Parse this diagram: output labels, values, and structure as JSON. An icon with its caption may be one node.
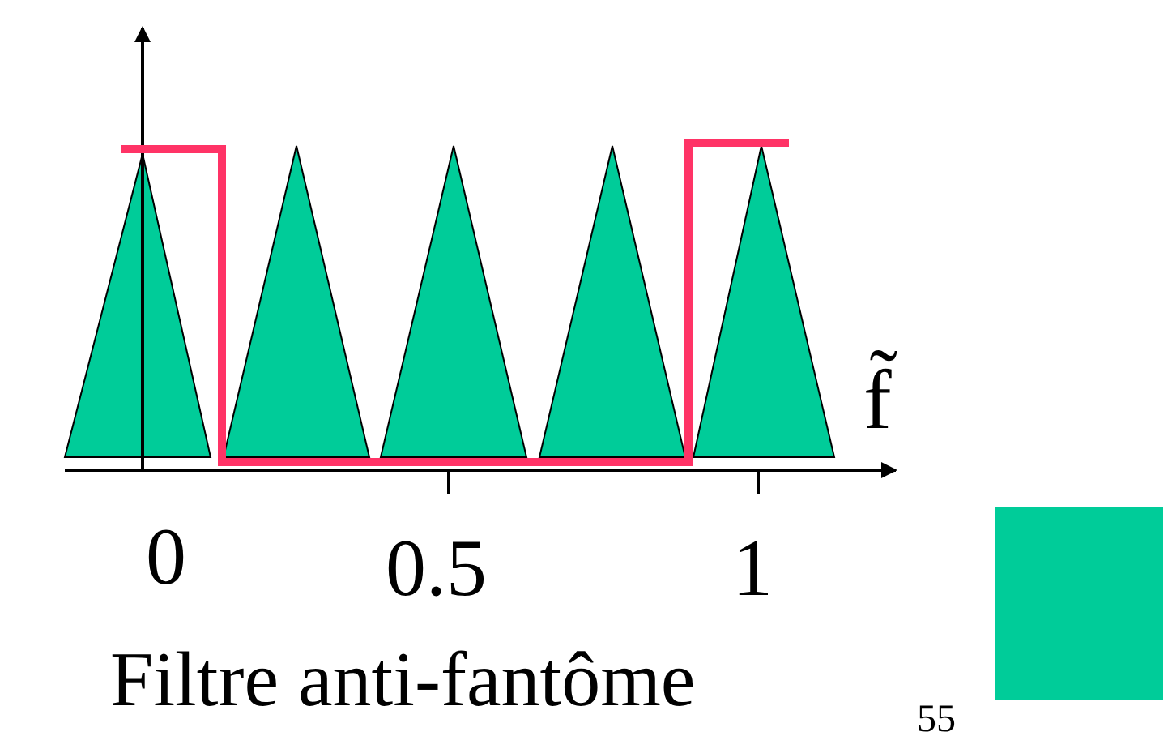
{
  "diagram": {
    "caption": "Filtre anti-fantôme",
    "labels": [
      "f̃",
      "0",
      "0.5",
      "1",
      "55"
    ]
  }
}
